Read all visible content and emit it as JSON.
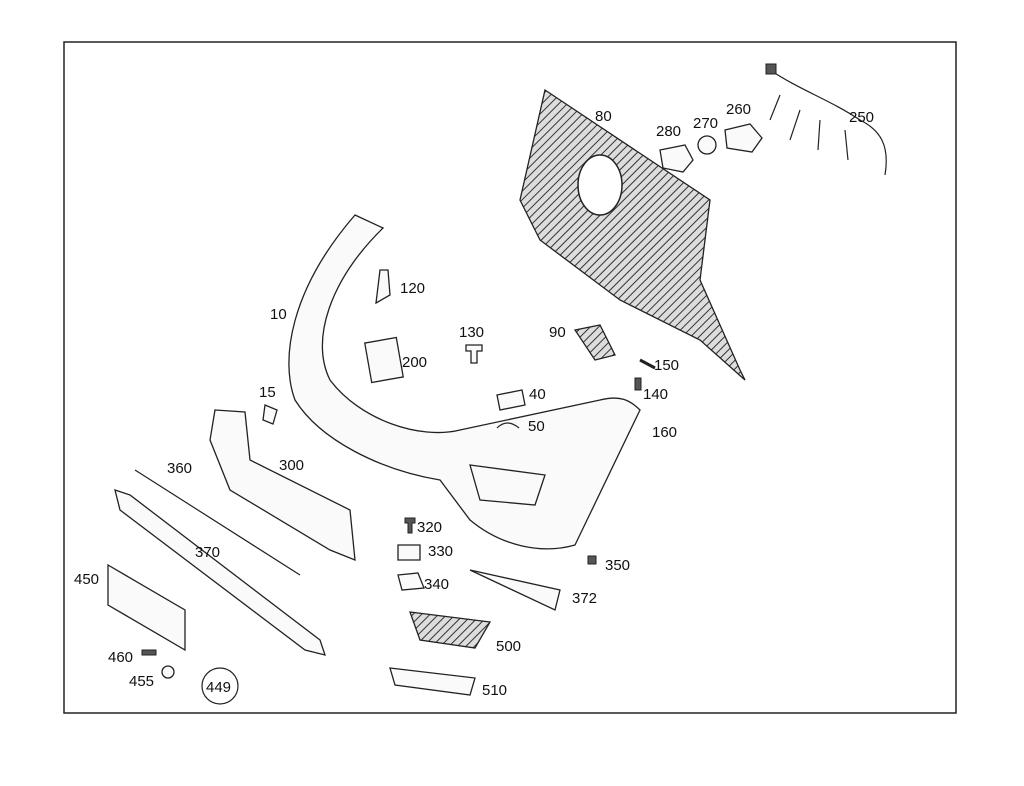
{
  "diagram": {
    "title": "Front bumper exploded parts diagram",
    "part_labels": [
      "80",
      "280",
      "270",
      "260",
      "250",
      "120",
      "10",
      "130",
      "90",
      "200",
      "150",
      "140",
      "15",
      "40",
      "50",
      "160",
      "300",
      "360",
      "320",
      "330",
      "350",
      "370",
      "340",
      "372",
      "450",
      "500",
      "460",
      "455",
      "449",
      "510"
    ]
  }
}
